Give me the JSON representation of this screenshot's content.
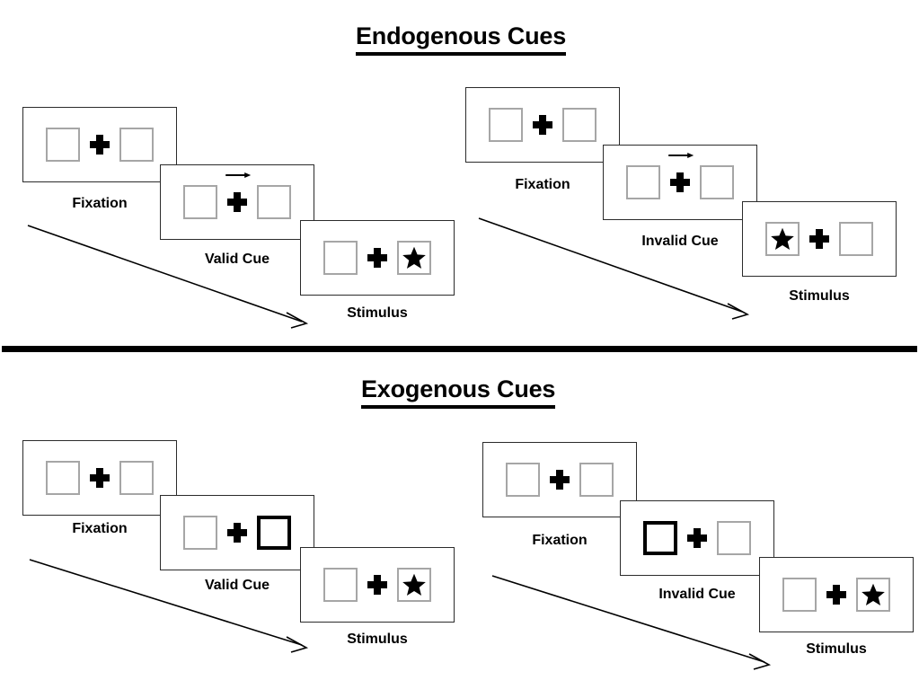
{
  "page": {
    "background": "#ffffff",
    "accent_color": "#000000",
    "box_border_color": "#a6a6a6",
    "cued_box_border_color": "#000000",
    "panel_border_color": "#2b2b2b"
  },
  "sections": [
    {
      "id": "endogenous",
      "title": "Endogenous Cues",
      "groups": [
        {
          "id": "endogenous-valid",
          "condition": "valid",
          "panels": [
            {
              "caption": "Fixation",
              "left_box": "empty",
              "right_box": "empty",
              "center": "cross",
              "cue": "none"
            },
            {
              "caption": "Valid Cue",
              "left_box": "empty",
              "right_box": "empty",
              "center": "cross",
              "cue": "arrow-right"
            },
            {
              "caption": "Stimulus",
              "left_box": "empty",
              "right_box": "star",
              "center": "cross",
              "cue": "none"
            }
          ]
        },
        {
          "id": "endogenous-invalid",
          "condition": "invalid",
          "panels": [
            {
              "caption": "Fixation",
              "left_box": "empty",
              "right_box": "empty",
              "center": "cross",
              "cue": "none"
            },
            {
              "caption": "Invalid Cue",
              "left_box": "empty",
              "right_box": "empty",
              "center": "cross",
              "cue": "arrow-right"
            },
            {
              "caption": "Stimulus",
              "left_box": "star",
              "right_box": "empty",
              "center": "cross",
              "cue": "none"
            }
          ]
        }
      ]
    },
    {
      "id": "exogenous",
      "title": "Exogenous Cues",
      "groups": [
        {
          "id": "exogenous-valid",
          "condition": "valid",
          "panels": [
            {
              "caption": "Fixation",
              "left_box": "empty",
              "right_box": "empty",
              "center": "cross",
              "cue": "none"
            },
            {
              "caption": "Valid Cue",
              "left_box": "empty",
              "right_box": "highlighted",
              "center": "cross",
              "cue": "none"
            },
            {
              "caption": "Stimulus",
              "left_box": "empty",
              "right_box": "star",
              "center": "cross",
              "cue": "none"
            }
          ]
        },
        {
          "id": "exogenous-invalid",
          "condition": "invalid",
          "panels": [
            {
              "caption": "Fixation",
              "left_box": "empty",
              "right_box": "empty",
              "center": "cross",
              "cue": "none"
            },
            {
              "caption": "Invalid Cue",
              "left_box": "highlighted",
              "right_box": "empty",
              "center": "cross",
              "cue": "none"
            },
            {
              "caption": "Stimulus",
              "left_box": "empty",
              "right_box": "star",
              "center": "cross",
              "cue": "none"
            }
          ]
        }
      ]
    }
  ],
  "icons": {
    "star": "star-icon",
    "cross": "fixation-cross-icon",
    "arrow_cue": "arrow-right-cue-icon",
    "sequence_arrow": "time-sequence-arrow-icon"
  }
}
